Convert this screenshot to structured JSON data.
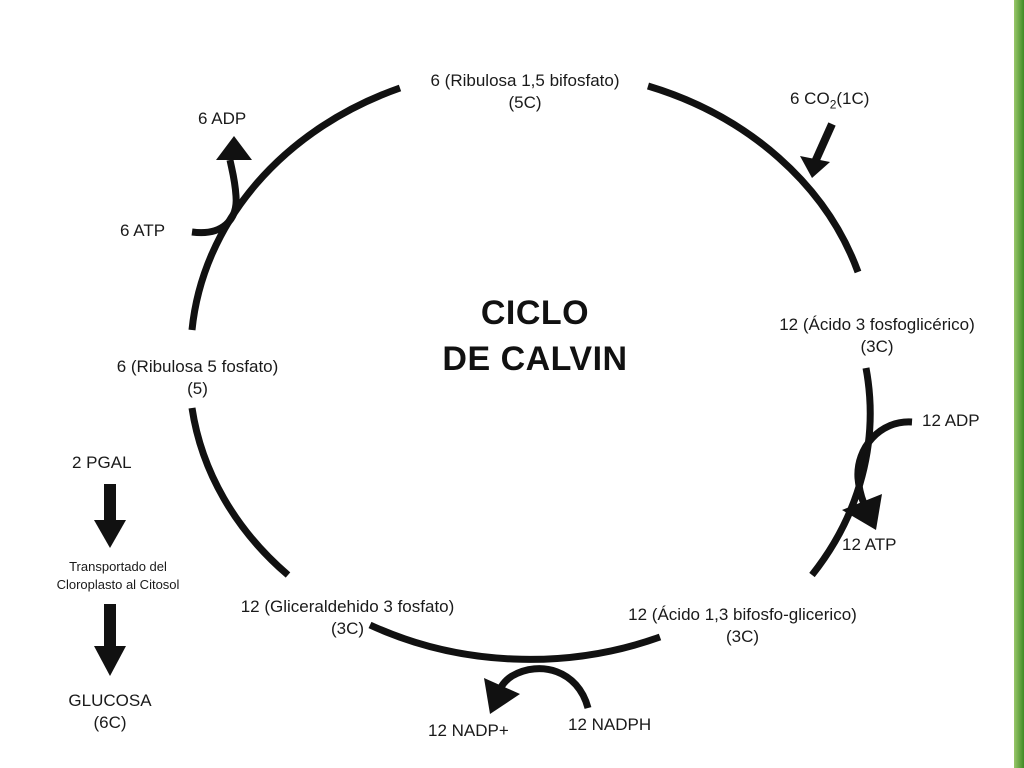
{
  "title": {
    "line1": "CICLO",
    "line2": "DE CALVIN"
  },
  "nodes": {
    "rubp": {
      "line1": "6 (Ribulosa 1,5 bifosfato)",
      "line2": "(5C)"
    },
    "pga": {
      "line1": "12 (Ácido 3 fosfoglicérico)",
      "line2": "(3C)"
    },
    "bpg": {
      "line1": "12 (Ácido 1,3 bifosfo-glicerico)",
      "line2": "(3C)"
    },
    "g3p": {
      "line1": "12 (Gliceraldehido 3 fosfato)",
      "line2": "(3C)"
    },
    "ru5p": {
      "line1": "6 (Ribulosa 5 fosfato)",
      "line2": "(5)"
    }
  },
  "inputs": {
    "co2_prefix": "6 CO",
    "co2_sub": "2",
    "co2_suffix": "(1C)",
    "adp_in": "12 ADP",
    "atp_out": "12 ATP",
    "nadph": "12 NADPH",
    "nadp": "12 NADP+",
    "atp_left": "6 ATP",
    "adp_left": "6 ADP"
  },
  "output": {
    "pgal": "2 PGAL",
    "transport_line1": "Transportado del",
    "transport_line2": "Cloroplasto al Citosol",
    "glucose_line1": "GLUCOSA",
    "glucose_line2": "(6C)"
  },
  "colors": {
    "ring": "#111111",
    "accent_bar": "#3f8a24"
  }
}
